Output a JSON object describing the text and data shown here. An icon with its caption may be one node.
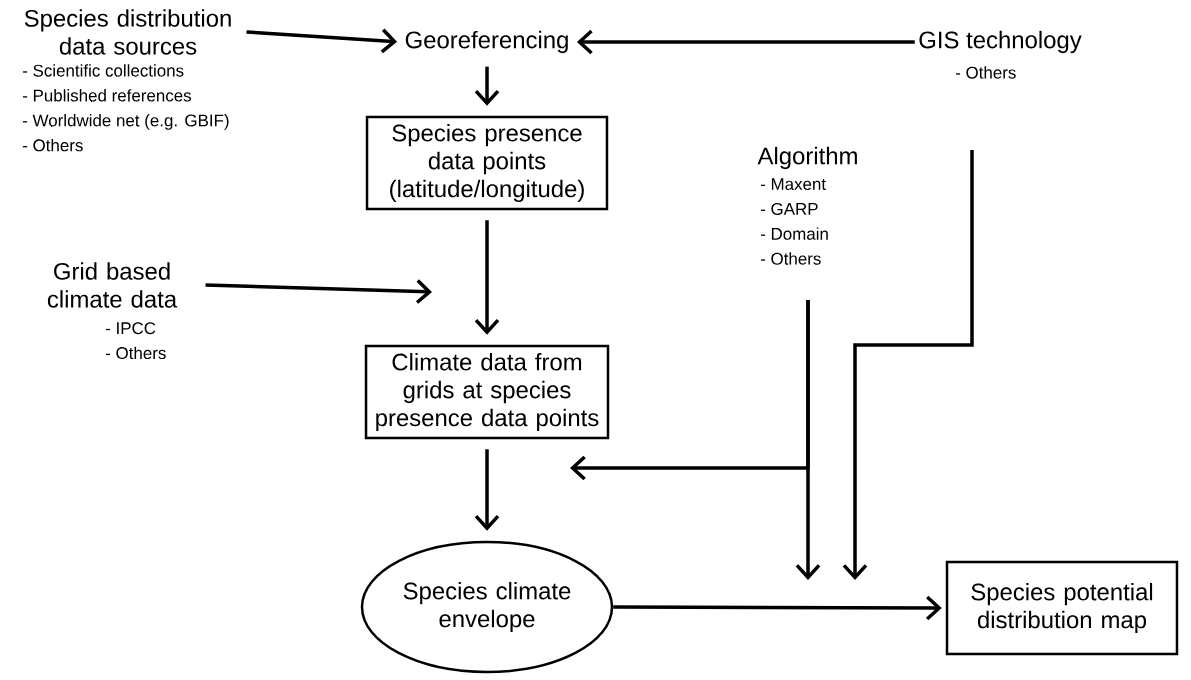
{
  "diagram": {
    "nodes": [
      {
        "text": [
          "Species distribution data sources"
        ],
        "beside": [
          "- Scientific collections",
          "- Published references",
          "- Worldwide net (e.g. GBIF)",
          "- Others"
        ]
      },
      {
        "text": [
          "Georeferencing"
        ]
      },
      {
        "text": [
          "GIS technology"
        ],
        "beside": [
          "- Others"
        ]
      },
      {
        "text": [
          "Species presence data points (latitude/longitude)"
        ]
      },
      {
        "text": [
          "Algorithm"
        ],
        "beside": [
          "- Maxent",
          "- GARP",
          "- Domain",
          "- Others"
        ]
      },
      {
        "text": [
          "Grid based climate data"
        ],
        "beside": [
          "- IPCC",
          "- Others"
        ]
      },
      {
        "text": [
          "Climate data from grids at species presence data points"
        ]
      },
      {
        "text": [
          "Species climate envelope"
        ]
      },
      {
        "text": [
          "Species potential distribution map"
        ]
      }
    ],
    "edges": [
      {
        "from": 0,
        "to": 1,
        "arrow": "to"
      },
      {
        "from": 2,
        "to": 1,
        "arrow": "to"
      },
      {
        "from": 1,
        "to": 3,
        "arrow": "to"
      },
      {
        "from": 3,
        "to": 6,
        "arrow": "to"
      },
      {
        "from": 5,
        "to": null,
        "arrow": "to"
      },
      {
        "from": 6,
        "to": 7,
        "arrow": "to"
      },
      {
        "from": 4,
        "to": null,
        "arrow": "to"
      },
      {
        "from": 4,
        "to": null,
        "arrow": "to"
      },
      {
        "from": 2,
        "to": null,
        "arrow": "to"
      },
      {
        "from": 7,
        "to": 8,
        "arrow": "to"
      }
    ]
  }
}
